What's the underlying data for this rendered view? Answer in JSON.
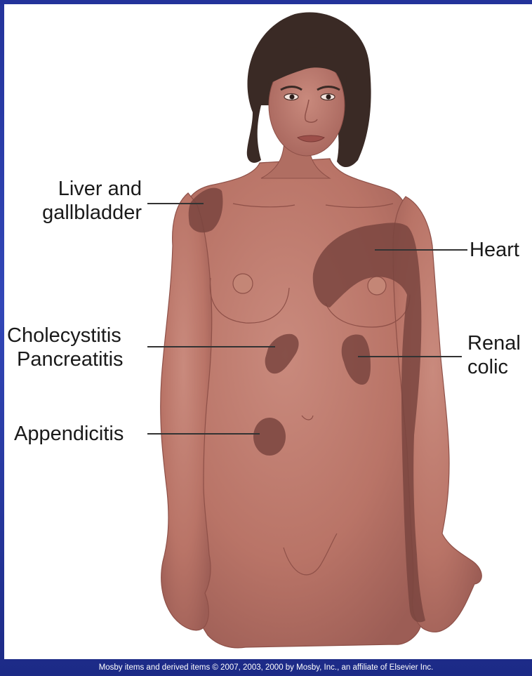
{
  "labels": {
    "liver": [
      "Liver and",
      "gallbladder"
    ],
    "heart": [
      "Heart"
    ],
    "cholecystitis": [
      "Cholecystitis",
      "Pancreatitis"
    ],
    "renal": [
      "Renal",
      "colic"
    ],
    "appendicitis": [
      "Appendicitis"
    ]
  },
  "credit": "Mosby items and derived items © 2007, 2003, 2000 by Mosby, Inc., an affiliate of Elsevier Inc.",
  "colors": {
    "background": "#2a3ca8",
    "panel": "#ffffff",
    "skin": "#b97467",
    "skin_shadow": "#a4615a",
    "pain_area": "#7a4540",
    "hair": "#3a2a25",
    "leader_line": "#333333"
  }
}
